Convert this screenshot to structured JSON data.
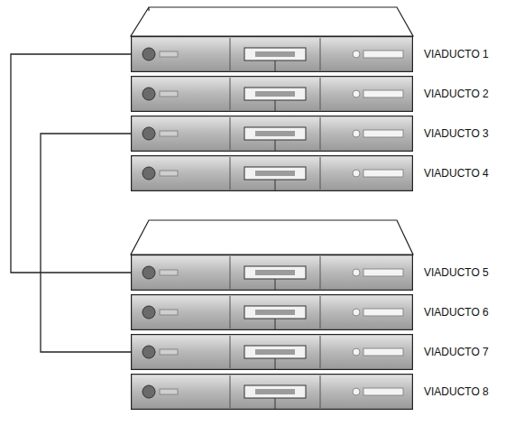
{
  "diagram": {
    "nodes": [
      {
        "text": [
          "VIADUCTO 1"
        ]
      },
      {
        "text": [
          "VIADUCTO 2"
        ]
      },
      {
        "text": [
          "VIADUCTO 3"
        ]
      },
      {
        "text": [
          "VIADUCTO 4"
        ]
      },
      {
        "text": [
          "VIADUCTO 5"
        ]
      },
      {
        "text": [
          "VIADUCTO 6"
        ]
      },
      {
        "text": [
          "VIADUCTO 7"
        ]
      },
      {
        "text": [
          "VIADUCTO 8"
        ]
      }
    ],
    "edges": [
      {
        "from": 0,
        "to": 4,
        "arrow": "none"
      },
      {
        "from": 2,
        "to": 6,
        "arrow": "none"
      }
    ]
  }
}
